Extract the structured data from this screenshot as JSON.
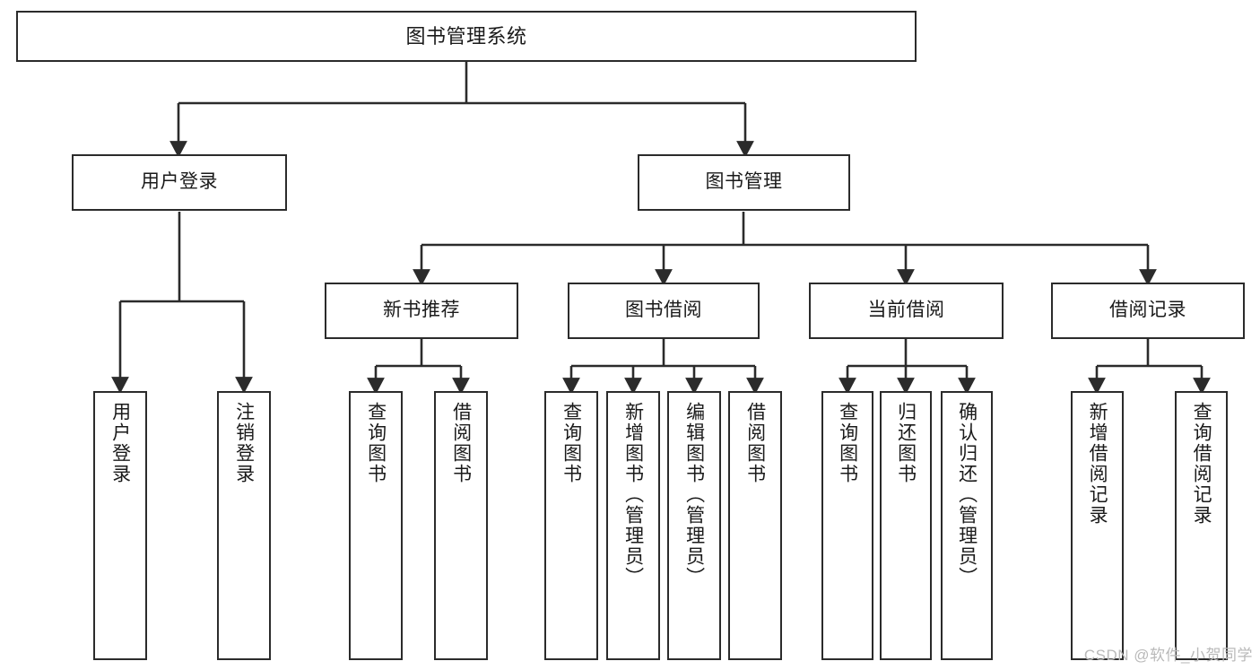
{
  "diagram": {
    "title": "图书管理系统",
    "type": "tree-hierarchy",
    "colors": {
      "background": "#ffffff",
      "node_border": "#2b2b2b",
      "node_fill": "#ffffff",
      "edge": "#2b2b2b",
      "text": "#1a1a1a",
      "watermark": "#b9b9b9"
    },
    "watermark": "CSDN @软件_小贺同学"
  },
  "nodes": {
    "root": {
      "label": "图书管理系统"
    },
    "level1": [
      {
        "id": "user-login",
        "label": "用户登录"
      },
      {
        "id": "book-manage",
        "label": "图书管理"
      }
    ],
    "level2": [
      {
        "id": "new-book-recommend",
        "label": "新书推荐"
      },
      {
        "id": "book-borrow",
        "label": "图书借阅"
      },
      {
        "id": "current-borrow",
        "label": "当前借阅"
      },
      {
        "id": "borrow-record",
        "label": "借阅记录"
      }
    ],
    "leaves": {
      "user_login": [
        {
          "id": "leaf-user-login",
          "label": "用户登录"
        },
        {
          "id": "leaf-logout-login",
          "label": "注销登录"
        }
      ],
      "new_book_recommend": [
        {
          "id": "leaf-query-book-1",
          "label": "查询图书"
        },
        {
          "id": "leaf-borrow-book-1",
          "label": "借阅图书"
        }
      ],
      "book_borrow": [
        {
          "id": "leaf-query-book-2",
          "label": "查询图书"
        },
        {
          "id": "leaf-add-book",
          "label": "新增图书（管理员）"
        },
        {
          "id": "leaf-edit-book",
          "label": "编辑图书（管理员）"
        },
        {
          "id": "leaf-borrow-book-2",
          "label": "借阅图书"
        }
      ],
      "current_borrow": [
        {
          "id": "leaf-query-book-3",
          "label": "查询图书"
        },
        {
          "id": "leaf-return-book",
          "label": "归还图书"
        },
        {
          "id": "leaf-confirm-return",
          "label": "确认归还（管理员）"
        }
      ],
      "borrow_record": [
        {
          "id": "leaf-add-record",
          "label": "新增借阅记录"
        },
        {
          "id": "leaf-query-record",
          "label": "查询借阅记录"
        }
      ]
    }
  }
}
